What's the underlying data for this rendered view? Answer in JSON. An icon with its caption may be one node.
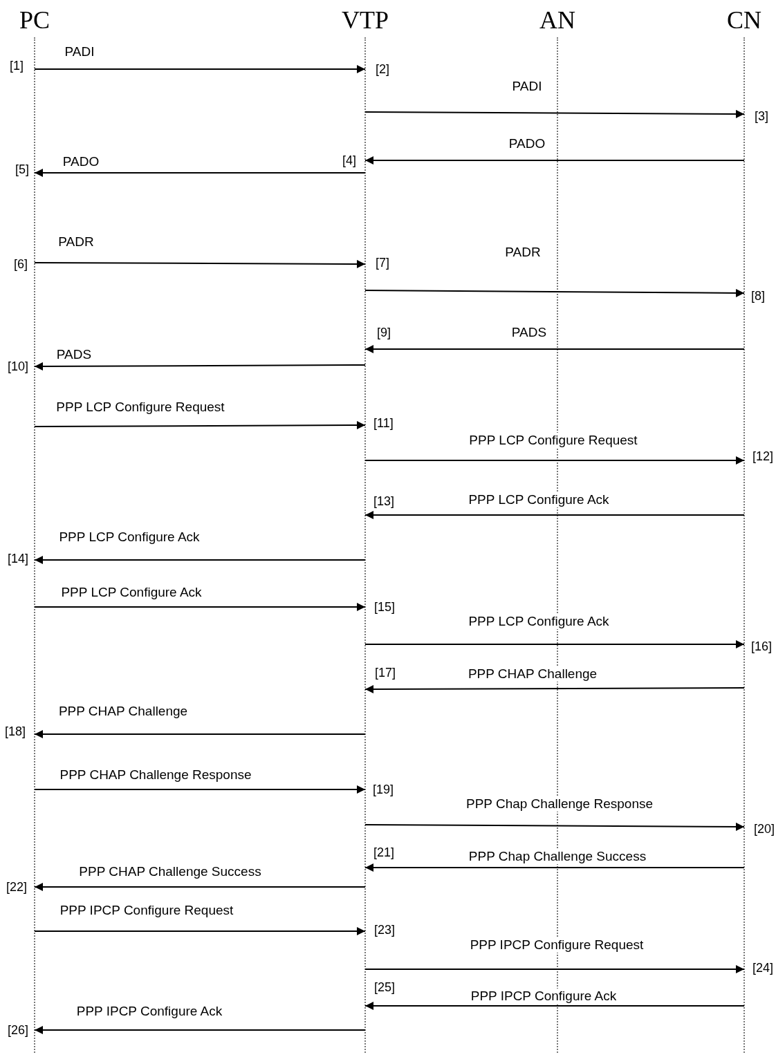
{
  "diagram": {
    "nodes": [
      {
        "text": [
          "PC"
        ]
      },
      {
        "text": [
          "VTP"
        ]
      },
      {
        "text": [
          "AN"
        ]
      },
      {
        "text": [
          "CN"
        ]
      }
    ],
    "edges": [
      {
        "from": 0,
        "to": 1,
        "arrow": "to",
        "label": "PADI"
      },
      {
        "from": 1,
        "to": 3,
        "arrow": "to",
        "label": "PADI"
      },
      {
        "from": 3,
        "to": 1,
        "arrow": "to",
        "label": "PADO"
      },
      {
        "from": 1,
        "to": 0,
        "arrow": "to",
        "label": "PADO"
      },
      {
        "from": 0,
        "to": 1,
        "arrow": "to",
        "label": "PADR"
      },
      {
        "from": 1,
        "to": 3,
        "arrow": "to",
        "label": "PADR"
      },
      {
        "from": 3,
        "to": 1,
        "arrow": "to",
        "label": "PADS"
      },
      {
        "from": 1,
        "to": 0,
        "arrow": "to",
        "label": "PADS"
      },
      {
        "from": 0,
        "to": 1,
        "arrow": "to",
        "label": "PPP LCP Configure Request"
      },
      {
        "from": 1,
        "to": 3,
        "arrow": "to",
        "label": "PPP LCP Configure Request"
      },
      {
        "from": 3,
        "to": 1,
        "arrow": "to",
        "label": "PPP LCP Configure Ack"
      },
      {
        "from": 1,
        "to": 0,
        "arrow": "to",
        "label": "PPP LCP Configure Ack"
      },
      {
        "from": 0,
        "to": 1,
        "arrow": "to",
        "label": "PPP LCP Configure Ack"
      },
      {
        "from": 1,
        "to": 3,
        "arrow": "to",
        "label": "PPP LCP Configure Ack"
      },
      {
        "from": 3,
        "to": 1,
        "arrow": "to",
        "label": "PPP CHAP Challenge"
      },
      {
        "from": 1,
        "to": 0,
        "arrow": "to",
        "label": "PPP CHAP Challenge"
      },
      {
        "from": 0,
        "to": 1,
        "arrow": "to",
        "label": "PPP CHAP Challenge Response"
      },
      {
        "from": 1,
        "to": 3,
        "arrow": "to",
        "label": "PPP Chap Challenge Response"
      },
      {
        "from": 3,
        "to": 1,
        "arrow": "to",
        "label": "PPP Chap Challenge Success"
      },
      {
        "from": 1,
        "to": 0,
        "arrow": "to",
        "label": "PPP CHAP Challenge Success"
      },
      {
        "from": 0,
        "to": 1,
        "arrow": "to",
        "label": "PPP IPCP Configure Request"
      },
      {
        "from": 1,
        "to": 3,
        "arrow": "to",
        "label": "PPP IPCP Configure Request"
      },
      {
        "from": 3,
        "to": 1,
        "arrow": "to",
        "label": "PPP IPCP Configure Ack"
      },
      {
        "from": 1,
        "to": 0,
        "arrow": "to",
        "label": "PPP IPCP Configure Ack"
      }
    ],
    "labels": [
      "[1]",
      "[2]",
      "[3]",
      "[4]",
      "[5]",
      "[6]",
      "[7]",
      "[8]",
      "[9]",
      "[10]",
      "[11]",
      "[12]",
      "[13]",
      "[14]",
      "[15]",
      "[16]",
      "[17]",
      "[18]",
      "[19]",
      "[20]",
      "[21]",
      "[22]",
      "[23]",
      "[24]",
      "[25]",
      "[26]"
    ]
  }
}
